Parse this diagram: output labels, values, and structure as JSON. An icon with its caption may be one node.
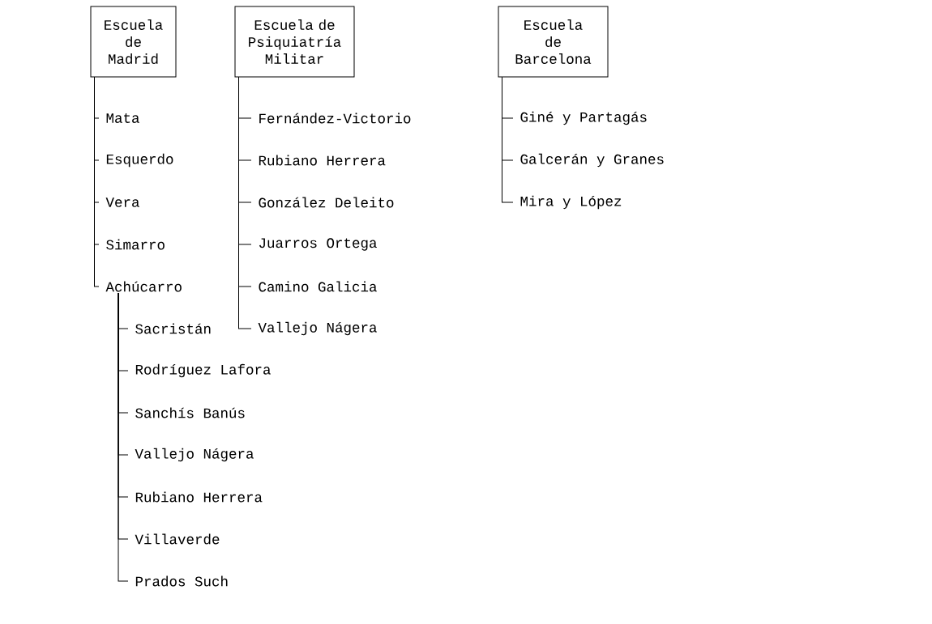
{
  "diagram": {
    "nodes": [
      {
        "text": [
          "Escuela de Madrid"
        ]
      },
      {
        "text": [
          "Escuela de Psiquiatría Militar"
        ]
      },
      {
        "text": [
          "Escuela de Barcelona"
        ]
      },
      {
        "text": [
          "Mata"
        ]
      },
      {
        "text": [
          "Esquerdo"
        ]
      },
      {
        "text": [
          "Vera"
        ]
      },
      {
        "text": [
          "Simarro"
        ]
      },
      {
        "text": [
          "Achúcarro"
        ]
      },
      {
        "text": [
          "Sacristán"
        ]
      },
      {
        "text": [
          "Rodríguez Lafora"
        ]
      },
      {
        "text": [
          "Sanchís Banús"
        ]
      },
      {
        "text": [
          "Vallejo Nágera"
        ]
      },
      {
        "text": [
          "Rubiano Herrera"
        ]
      },
      {
        "text": [
          "Villaverde"
        ]
      },
      {
        "text": [
          "Prados Such"
        ]
      },
      {
        "text": [
          "Fernández-Victorio"
        ]
      },
      {
        "text": [
          "Rubiano Herrera"
        ]
      },
      {
        "text": [
          "González Deleito"
        ]
      },
      {
        "text": [
          "Juarros Ortega"
        ]
      },
      {
        "text": [
          "Camino Galicia"
        ]
      },
      {
        "text": [
          "Vallejo Nágera"
        ]
      },
      {
        "text": [
          "Giné y Partagás"
        ]
      },
      {
        "text": [
          "Galcerán y Granes"
        ]
      },
      {
        "text": [
          "Mira y López"
        ]
      }
    ],
    "edges": [
      {
        "from": 0,
        "to": 3,
        "arrow": "none"
      },
      {
        "from": 0,
        "to": 4,
        "arrow": "none"
      },
      {
        "from": 0,
        "to": 5,
        "arrow": "none"
      },
      {
        "from": 0,
        "to": 6,
        "arrow": "none"
      },
      {
        "from": 0,
        "to": 7,
        "arrow": "none"
      },
      {
        "from": 7,
        "to": 8,
        "arrow": "none"
      },
      {
        "from": 7,
        "to": 9,
        "arrow": "none"
      },
      {
        "from": 7,
        "to": 10,
        "arrow": "none"
      },
      {
        "from": 7,
        "to": 11,
        "arrow": "none"
      },
      {
        "from": 7,
        "to": 12,
        "arrow": "none"
      },
      {
        "from": 7,
        "to": 13,
        "arrow": "none"
      },
      {
        "from": 7,
        "to": 14,
        "arrow": "none"
      },
      {
        "from": 1,
        "to": 15,
        "arrow": "none"
      },
      {
        "from": 1,
        "to": 16,
        "arrow": "none"
      },
      {
        "from": 1,
        "to": 17,
        "arrow": "none"
      },
      {
        "from": 1,
        "to": 18,
        "arrow": "none"
      },
      {
        "from": 1,
        "to": 19,
        "arrow": "none"
      },
      {
        "from": 1,
        "to": 20,
        "arrow": "none"
      },
      {
        "from": 2,
        "to": 21,
        "arrow": "none"
      },
      {
        "from": 2,
        "to": 22,
        "arrow": "none"
      },
      {
        "from": 2,
        "to": 23,
        "arrow": "none"
      }
    ]
  }
}
